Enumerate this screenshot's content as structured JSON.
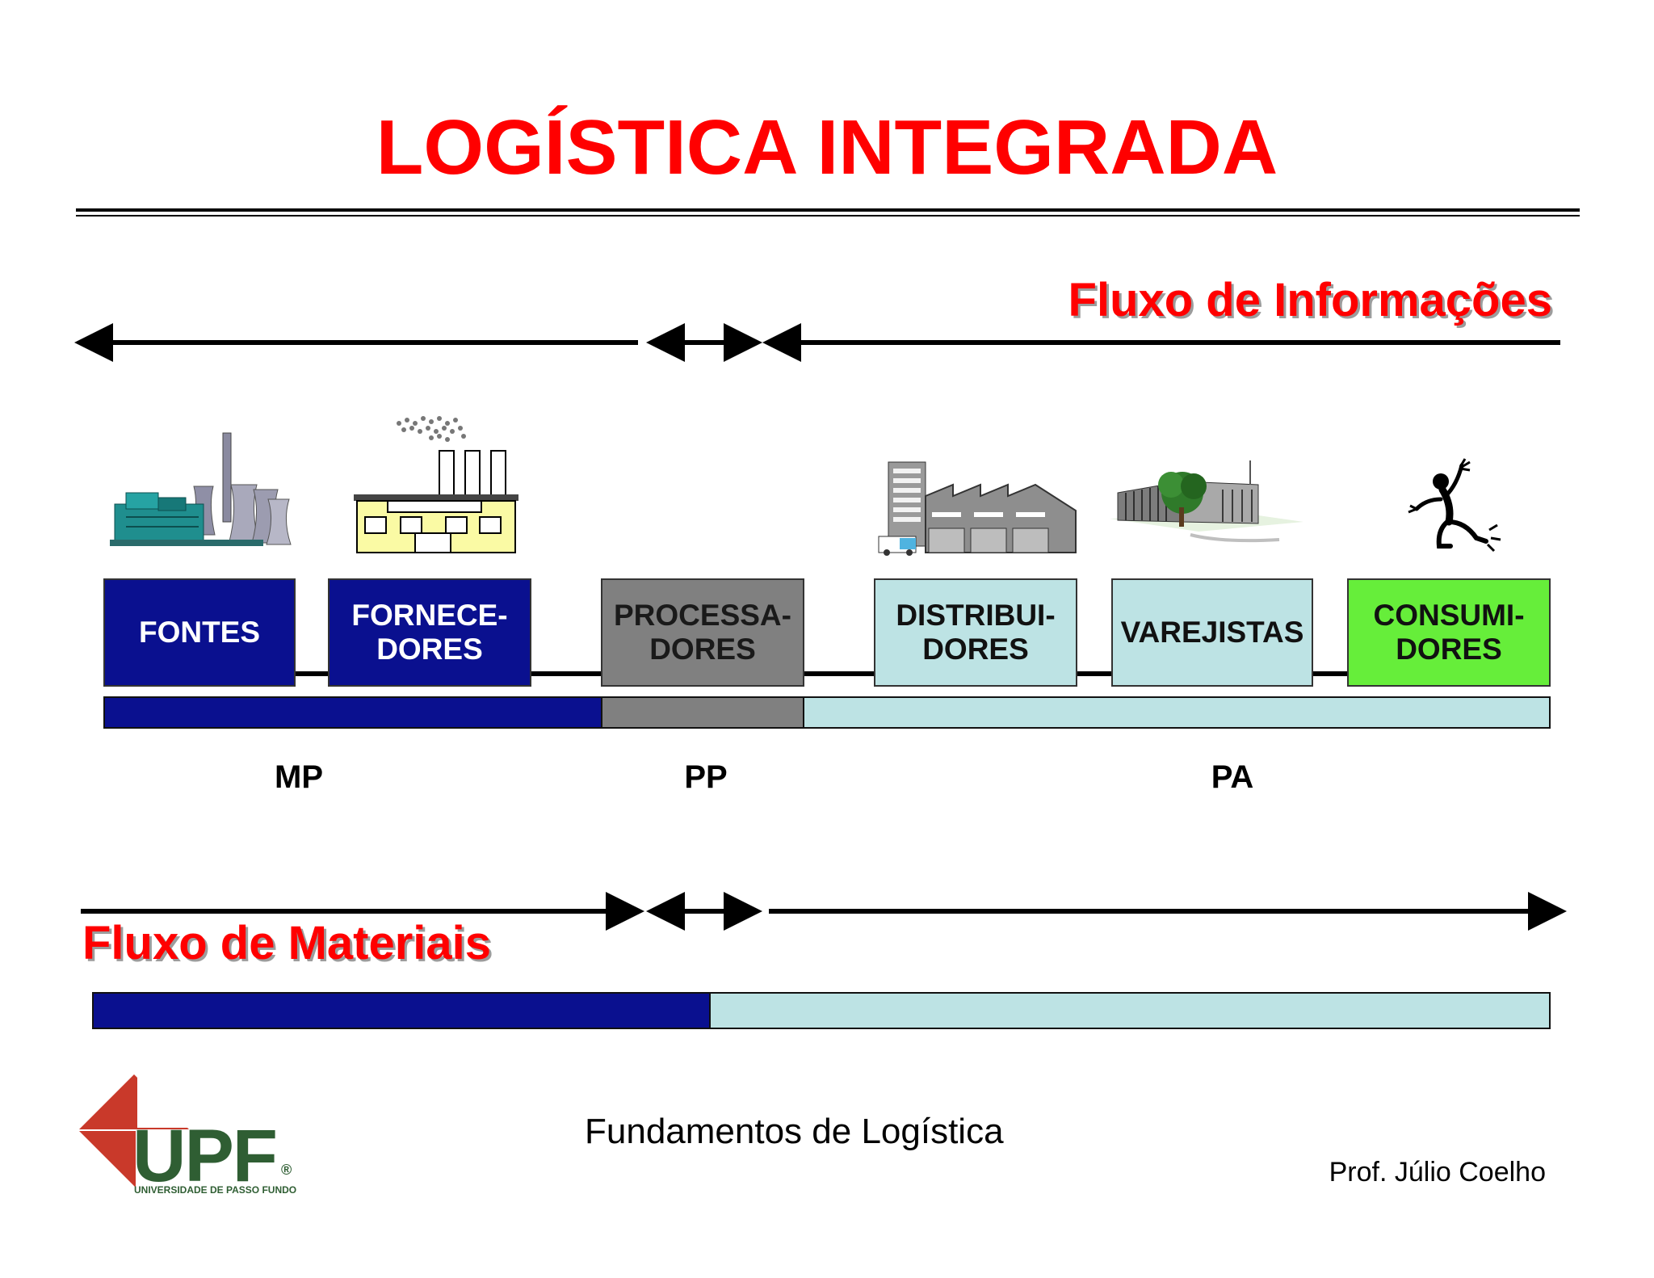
{
  "title": "LOGÍSTICA INTEGRADA",
  "info_flow": {
    "label": "Fluxo de Informações"
  },
  "material_flow": {
    "label": "Fluxo de Materiais"
  },
  "stages": [
    {
      "id": "fontes",
      "label": "FONTES",
      "bg": "#0a108f",
      "fg": "#ffffff"
    },
    {
      "id": "fornecedores",
      "label": "FORNECE-\nDORES",
      "bg": "#0a108f",
      "fg": "#ffffff"
    },
    {
      "id": "processadores",
      "label": "PROCESSA-\nDORES",
      "bg": "#808080",
      "fg": "#1a1a1a"
    },
    {
      "id": "distribuidores",
      "label": "DISTRIBUI-\nDORES",
      "bg": "#bde3e4",
      "fg": "#111111"
    },
    {
      "id": "varejistas",
      "label": "VAREJISTAS",
      "bg": "#bde3e4",
      "fg": "#111111"
    },
    {
      "id": "consumidores",
      "label": "CONSUMI-\nDORES",
      "bg": "#66ee3a",
      "fg": "#111111"
    }
  ],
  "segments": {
    "mp": "MP",
    "pp": "PP",
    "pa": "PA"
  },
  "footer": {
    "logo_text": "UPF",
    "logo_subtext": "UNIVERSIDADE DE PASSO FUNDO",
    "logo_mark": "®",
    "course": "Fundamentos de Logística",
    "professor": "Prof. Júlio Coelho"
  },
  "colors": {
    "title": "#ff0000",
    "navy": "#0a108f",
    "gray": "#808080",
    "light_blue": "#bde3e4",
    "green": "#66ee3a",
    "logo_red": "#c9392a",
    "logo_green": "#2f5e33"
  },
  "icons": [
    "power-plant-icon",
    "factory-icon",
    "distribution-center-icon",
    "store-icon",
    "consumer-icon"
  ]
}
